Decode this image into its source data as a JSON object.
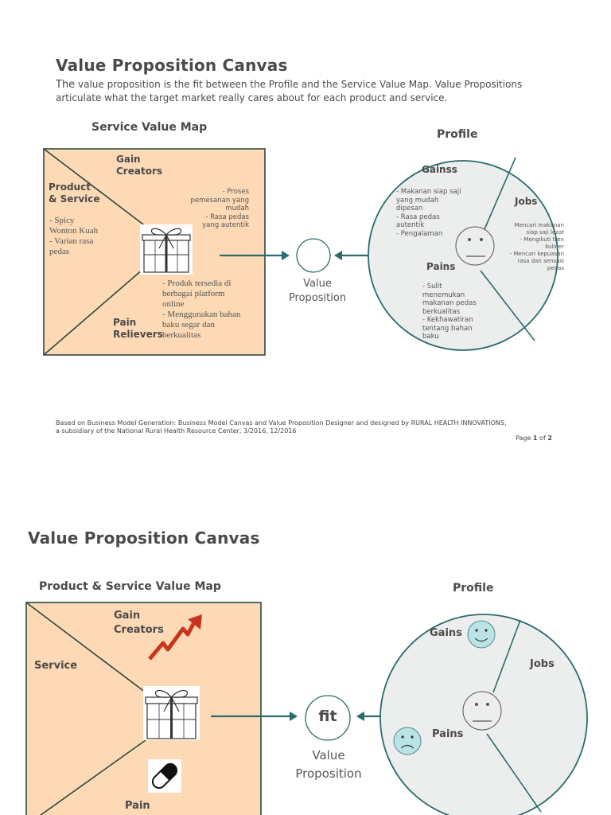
{
  "page1": {
    "title": "Value Proposition Canvas",
    "intro_the": "The",
    "intro_line1": " value proposition is the fit between the Profile and the Service Value Map.  Value Propositions",
    "intro_line2": "articulate what the target market really cares about for each product and service.",
    "value_map": {
      "heading": "Service Value Map",
      "gain_creators": [
        "Gain",
        "Creators"
      ],
      "product_service": [
        "Product",
        "& Service"
      ],
      "product_items": [
        "- Spicy",
        "Wonton Kuah",
        "- Varian rasa",
        "pedas"
      ],
      "gain_items": [
        "- Proses",
        "pemesanan yang",
        "mudah",
        "- Rasa pedas",
        "yang autentik"
      ],
      "pain_items": [
        "- Produk tersedia di",
        "berbagai platform",
        "online",
        "- Menggunakan bahan",
        "baku segar dan",
        "berkualitas"
      ],
      "pain_relievers": [
        "Pain",
        "Relievers"
      ]
    },
    "value_prop": [
      "Value",
      "Proposition"
    ],
    "profile": {
      "heading": "Profile",
      "gains_label": "Gainss",
      "gains_items": [
        "- Makanan siap saji",
        "yang mudah",
        "dipesan",
        "- Rasa pedas",
        "autentik",
        "- Pengalaman"
      ],
      "jobs_label": "Jobs",
      "jobs_items": [
        "Mencari makanan",
        "siap saji lezat",
        "- Mengikuti tren",
        "kuliner",
        "- Mencari kepuasan",
        "rasa dan sensasi",
        "pedas"
      ],
      "pains_label": "Pains",
      "pains_items": [
        "- Sulit",
        "menemukan",
        "makanan pedas",
        "berkualitas",
        "- Kekhawatiran",
        "tentang bahan",
        "baku"
      ]
    },
    "footer_line1": "Based on Business Model Generation: Business Model Canvas and Value Proposition Designer and designed by RURAL HEALTH INNOVATIONS,",
    "footer_line2": "a subsidiary of the National Rural Health Resource Center, 3/2016, 12/2016",
    "page_word": "Page",
    "page_num": "1",
    "page_of": "of",
    "page_total": "2"
  },
  "page2": {
    "title": "Value Proposition Canvas",
    "value_map_heading": "Product & Service Value Map",
    "gain_creators": [
      "Gain",
      "Creators"
    ],
    "service_label": "Service",
    "pain_label": "Pain",
    "profile_heading": "Profile",
    "gains_label": "Gains",
    "jobs_label": "Jobs",
    "pains_label": "Pains",
    "fit_label": "fit",
    "value_prop": [
      "Value",
      "Proposition"
    ]
  },
  "colors": {
    "panel_fill": "#fdd9b5",
    "panel_border": "#2c4a3e",
    "teal": "#2a6b6b",
    "circle_fill": "#eceeee",
    "face_fill": "#b9e3e5"
  },
  "icons": [
    "gift-icon",
    "arrow-up-icon",
    "pill-icon",
    "neutral-face-icon",
    "smile-face-icon",
    "sad-face-icon"
  ]
}
